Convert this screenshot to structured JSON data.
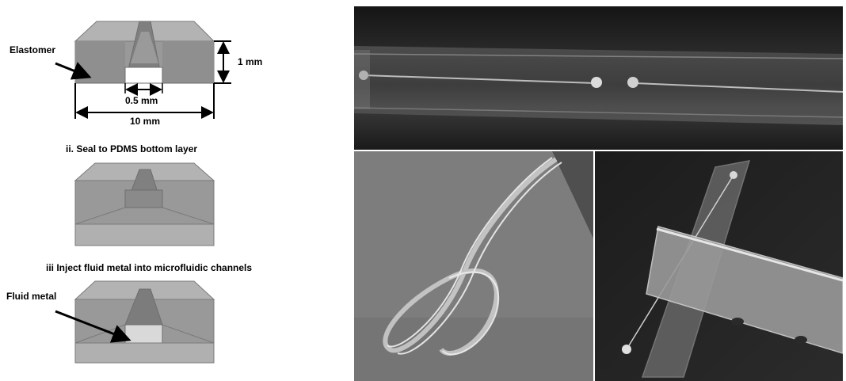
{
  "diagram": {
    "label_elastomer": "Elastomer",
    "dim_height": "1 mm",
    "dim_channel": "0.5 mm",
    "dim_width": "10 mm",
    "step_ii": "ii. Seal to PDMS bottom layer",
    "step_iii": "iii Inject fluid metal into microfluidic channels",
    "label_fluid_metal": "Fluid metal"
  },
  "colors": {
    "elastomer_top": "#a6a6a6",
    "elastomer_side": "#8c8c8c",
    "elastomer_front": "#999999",
    "fluid_metal": "#d9d9d9",
    "photo_dark": "#1f1f1f"
  }
}
